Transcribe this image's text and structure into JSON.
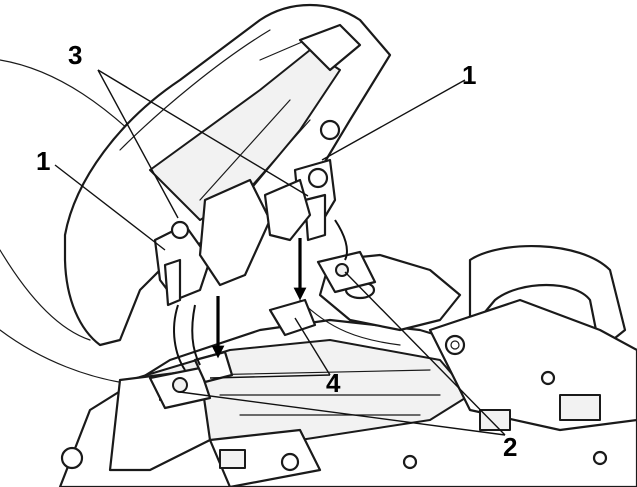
{
  "callouts": {
    "label_1_left": "1",
    "label_1_right": "1",
    "label_2": "2",
    "label_3": "3",
    "label_4": "4"
  },
  "colors": {
    "line": "#1a1a1a",
    "fill": "#ffffff",
    "shade": "#f2f2f2"
  }
}
